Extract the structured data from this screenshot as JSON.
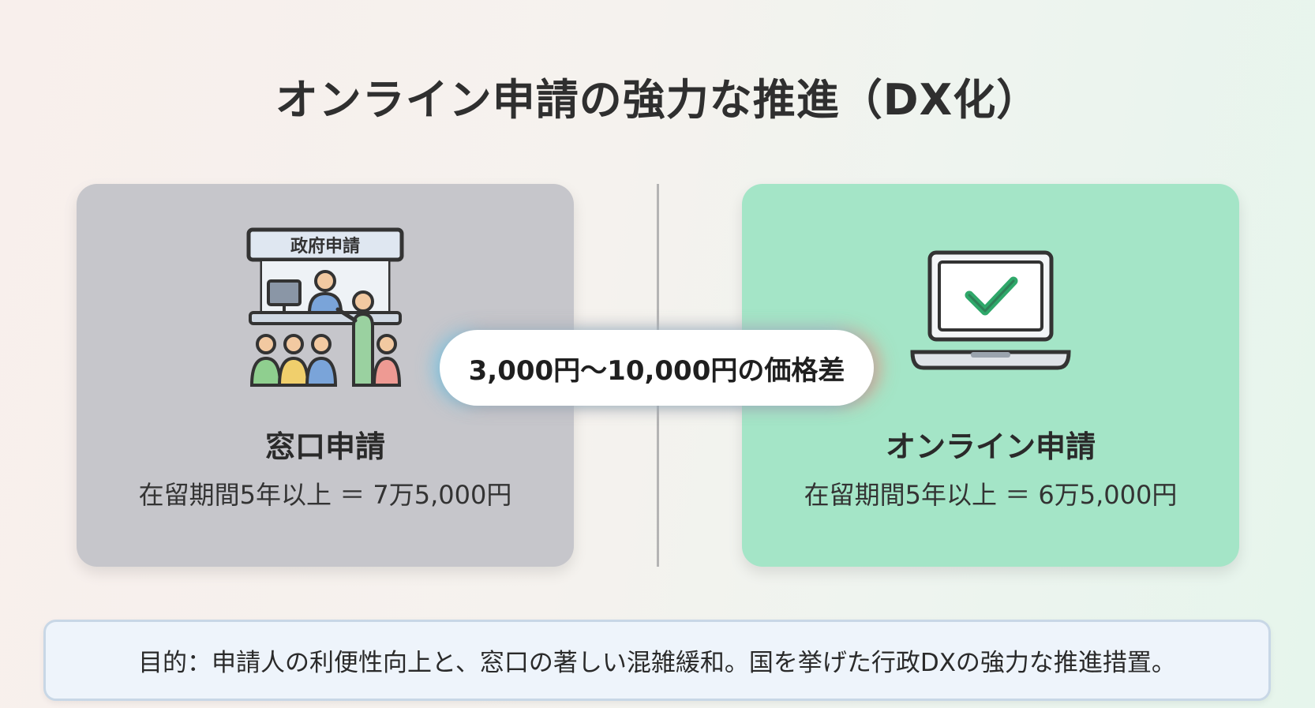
{
  "title": "オンライン申請の強力な推進（DX化）",
  "window_card": {
    "icon": "government-counter-icon",
    "sign": "政府申請",
    "title": "窓口申請",
    "price": "在留期間5年以上 ＝ 7万5,000円"
  },
  "online_card": {
    "icon": "laptop-check-icon",
    "title": "オンライン申請",
    "price": "在留期間5年以上 ＝ 6万5,000円"
  },
  "price_gap": "3,000円〜10,000円の価格差",
  "purpose": "目的：申請人の利便性向上と、窓口の著しい混雑緩和。国を挙げた行政DXの強力な推進措置。",
  "colors": {
    "window_card_bg": "#c6c6cb",
    "online_card_bg": "#a4e5c7",
    "purpose_bg": "#eef4fb",
    "check_green": "#2fa86a"
  }
}
